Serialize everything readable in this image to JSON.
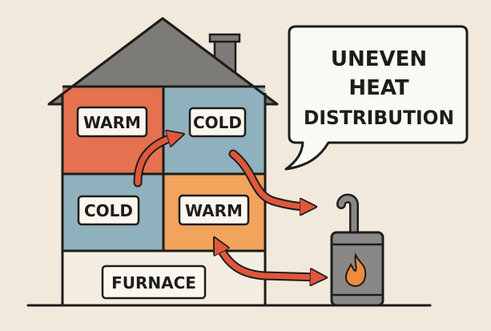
{
  "colors": {
    "background": "#f1e9dc",
    "roof": "#7d7b78",
    "warm_upper": "#e4714f",
    "cold": "#8fb0bd",
    "warm_lower": "#f2a35c",
    "furnace_room": "#f3ede2",
    "arrow": "#e0573b",
    "stove": "#8a8886",
    "flame": "#f08a3c",
    "outline": "#1d1d1b"
  },
  "rooms": {
    "upper_left": "WARM",
    "upper_right": "COLD",
    "lower_left": "COLD",
    "lower_right": "WARM",
    "basement": "FURNACE"
  },
  "bubble": {
    "lines": [
      "UNEVEN",
      "HEAT",
      "DISTRIBUTION"
    ]
  },
  "icons": [
    "house",
    "chimney",
    "curved-arrow",
    "furnace-stove",
    "flame-icon",
    "speech-bubble"
  ]
}
